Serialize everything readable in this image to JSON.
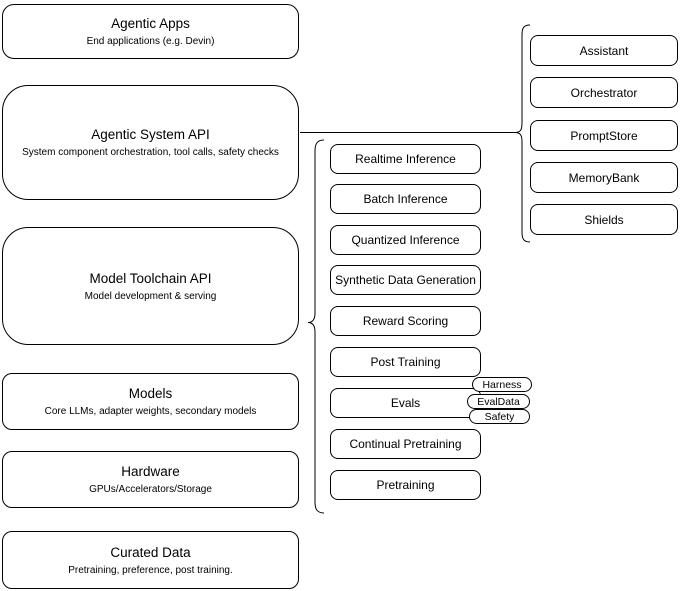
{
  "left_column": [
    {
      "title": "Agentic Apps",
      "subtitle": "End applications (e.g. Devin)"
    },
    {
      "title": "Agentic System API",
      "subtitle": "System component orchestration, tool calls, safety checks"
    },
    {
      "title": "Model Toolchain API",
      "subtitle": "Model development & serving"
    },
    {
      "title": "Models",
      "subtitle": "Core LLMs, adapter weights, secondary models"
    },
    {
      "title": "Hardware",
      "subtitle": "GPUs/Accelerators/Storage"
    },
    {
      "title": "Curated Data",
      "subtitle": "Pretraining, preference, post training."
    }
  ],
  "toolchain_items": [
    "Realtime Inference",
    "Batch Inference",
    "Quantized Inference",
    "Synthetic Data Generation",
    "Reward Scoring",
    "Post Training",
    "Evals",
    "Continual Pretraining",
    "Pretraining"
  ],
  "eval_tags": [
    "Harness",
    "EvalData",
    "Safety"
  ],
  "system_components": [
    "Assistant",
    "Orchestrator",
    "PromptStore",
    "MemoryBank",
    "Shields"
  ],
  "colors": {
    "stroke": "#000000",
    "fill": "#ffffff",
    "background": "#ffffff"
  }
}
